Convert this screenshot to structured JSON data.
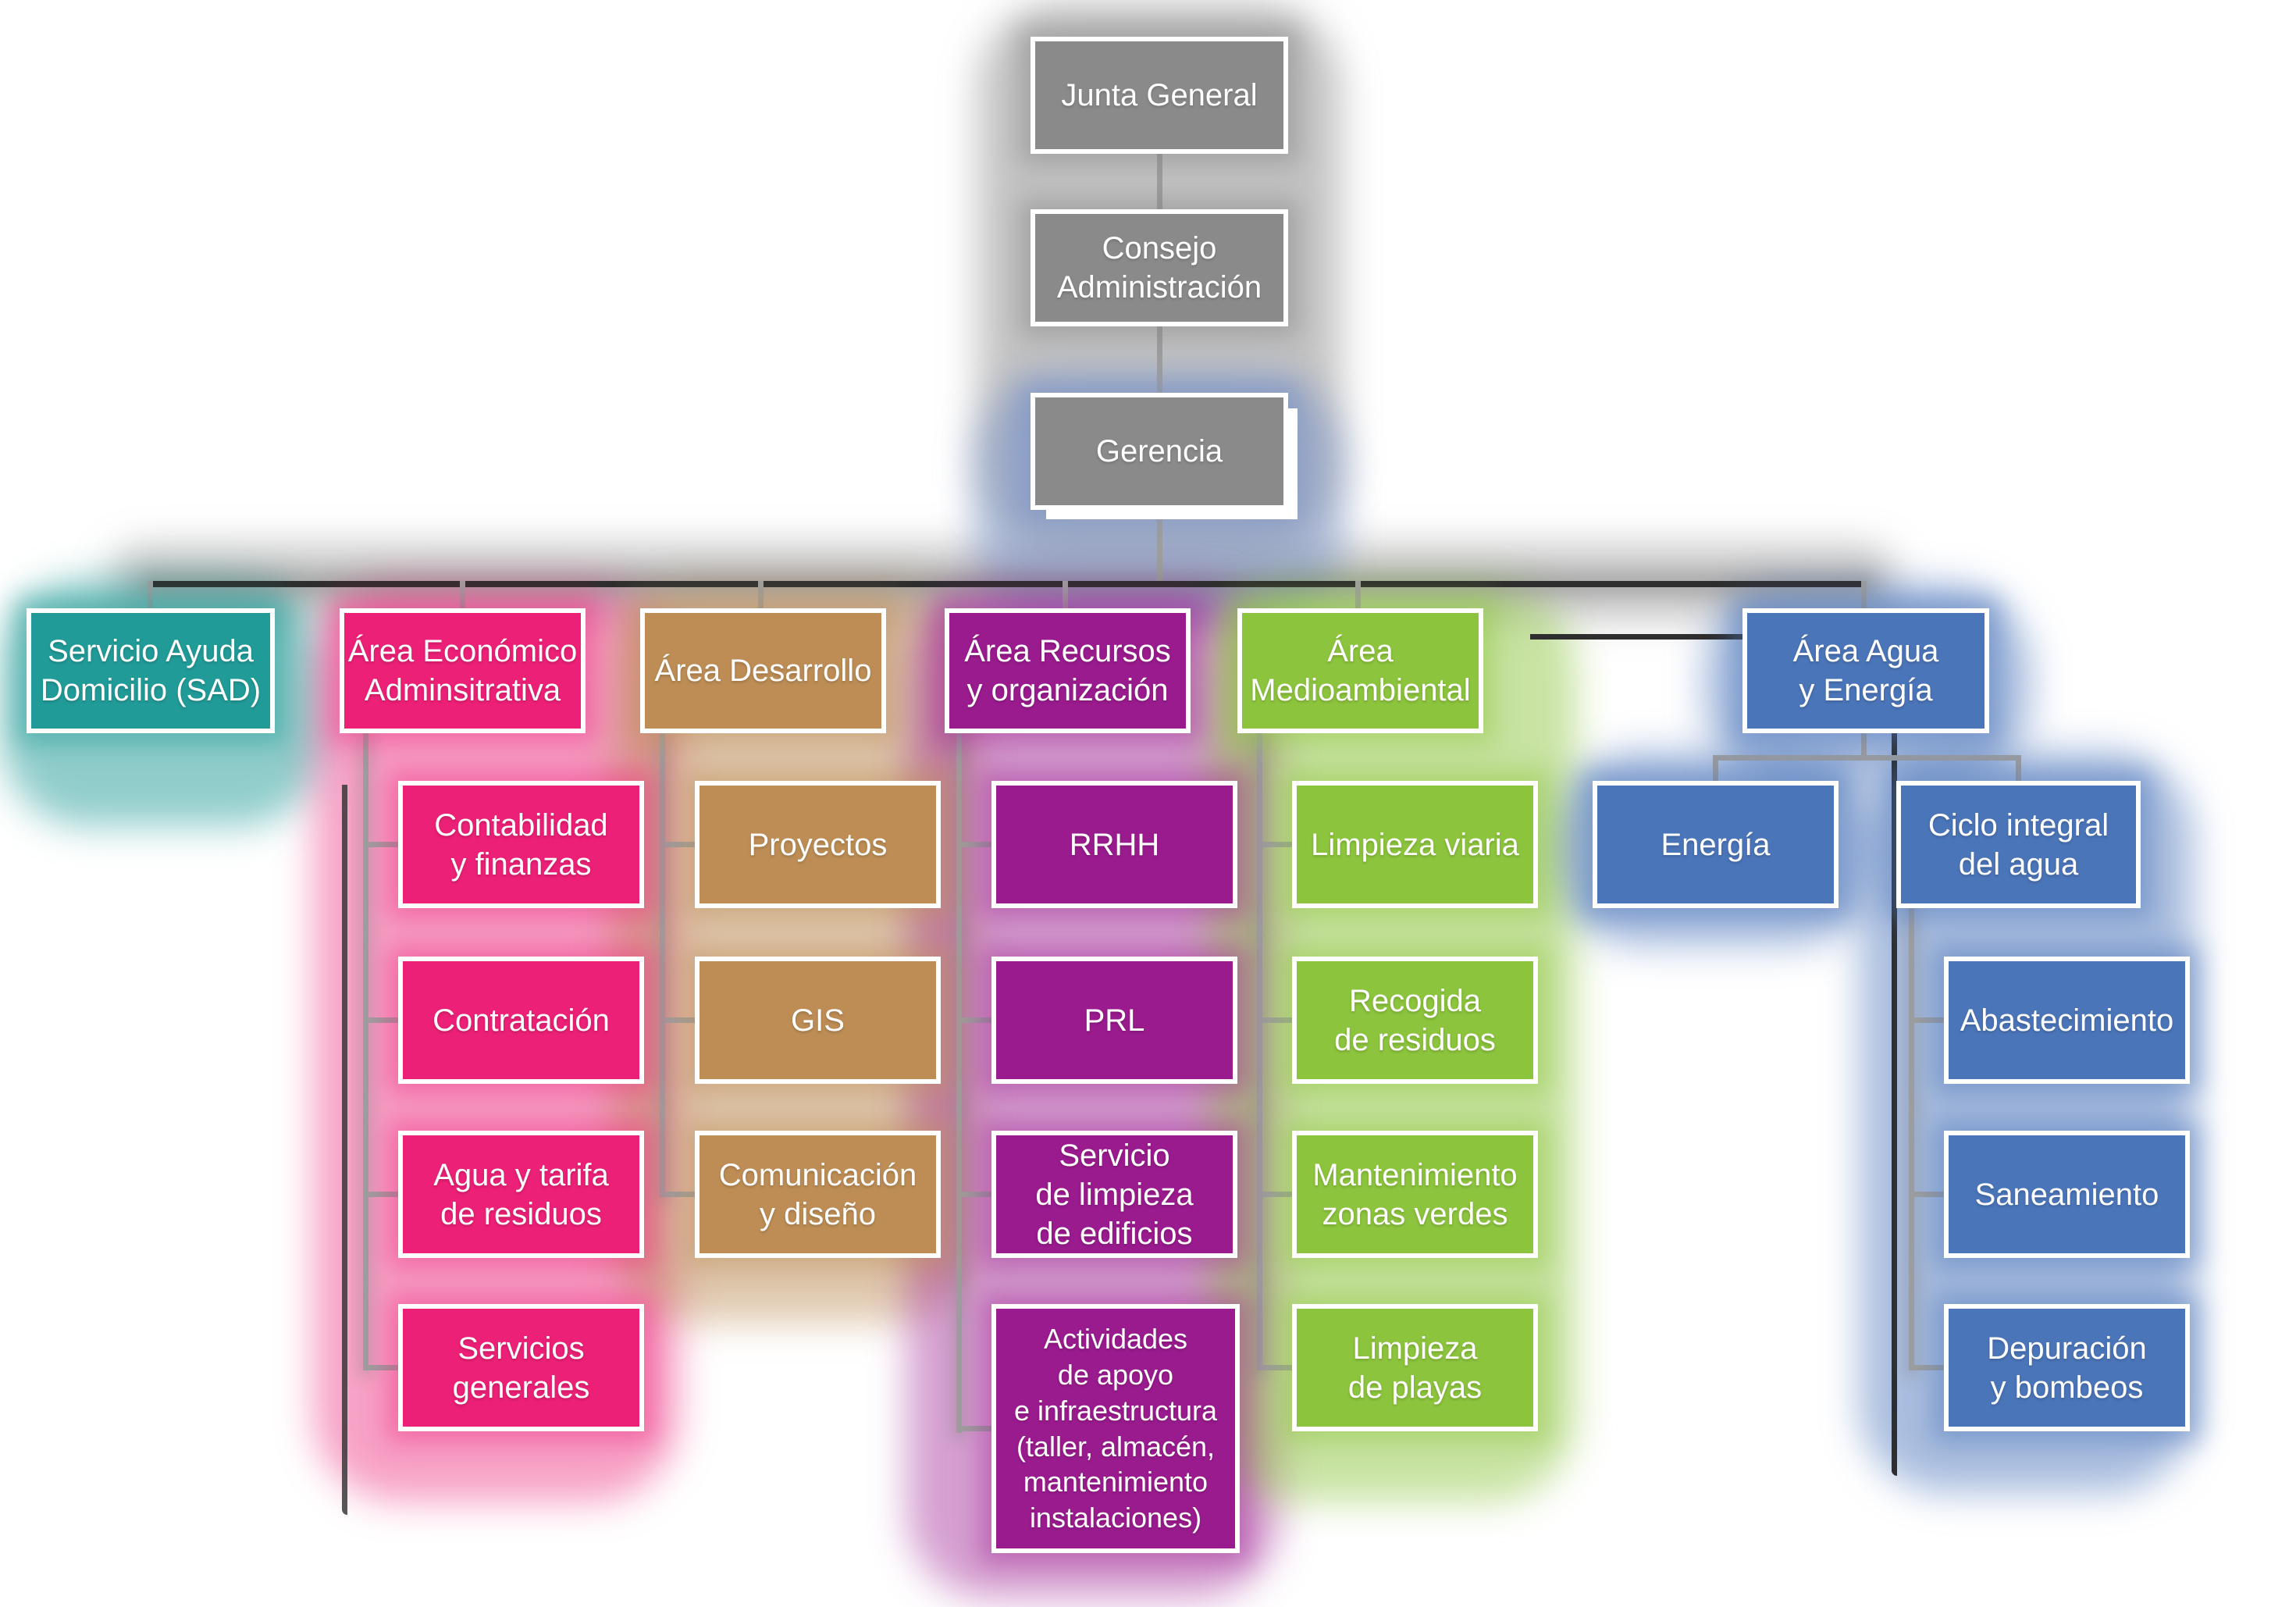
{
  "palette": {
    "gray": "#8a8a8a",
    "teal": "#219b98",
    "pink": "#ec2076",
    "tan": "#bd8d55",
    "purple": "#9a1b8e",
    "green": "#8cc43d",
    "blue": "#4b75b9",
    "connector": "#9e9e9e",
    "trunk": "#2e2e2e",
    "gray_glow": "rgba(125,125,125,0.45)",
    "slate_glow": "rgba(118,144,200,0.50)",
    "teal_glow": "rgba(33,155,152,0.50)",
    "pink_glow": "rgba(236,32,118,0.42)",
    "tan_glow": "rgba(189,141,85,0.48)",
    "purple_glow": "rgba(154,27,142,0.42)",
    "green_glow": "rgba(140,196,61,0.48)",
    "blue_glow": "rgba(75,117,185,0.48)"
  },
  "nodes": {
    "junta": {
      "label": "Junta General"
    },
    "consejo": {
      "label": "Consejo\nAdministración"
    },
    "gerencia": {
      "label": "Gerencia"
    },
    "sad": {
      "label": "Servicio Ayuda\nDomicilio (SAD)"
    },
    "economico": {
      "label": "Área Económico\nAdminsitrativa"
    },
    "desarrollo": {
      "label": "Área Desarrollo"
    },
    "recursos": {
      "label": "Área Recursos\ny organización"
    },
    "medioambiental": {
      "label": "Área\nMedioambiental"
    },
    "agua_energia": {
      "label": "Área Agua\ny Energía"
    },
    "contabilidad": {
      "label": "Contabilidad\ny finanzas"
    },
    "contratacion": {
      "label": "Contratación"
    },
    "agua_tarifa": {
      "label": "Agua y tarifa\nde residuos"
    },
    "servicios_generales": {
      "label": "Servicios\ngenerales"
    },
    "proyectos": {
      "label": "Proyectos"
    },
    "gis": {
      "label": "GIS"
    },
    "comunicacion": {
      "label": "Comunicación\ny diseño"
    },
    "rrhh": {
      "label": "RRHH"
    },
    "prl": {
      "label": "PRL"
    },
    "limpieza_edificios": {
      "label": "Servicio\nde limpieza\nde edificios"
    },
    "actividades": {
      "label": "Actividades\nde apoyo\ne infraestructura\n(taller, almacén,\nmantenimiento\ninstalaciones)"
    },
    "limpieza_viaria": {
      "label": "Limpieza viaria"
    },
    "recogida": {
      "label": "Recogida\nde residuos"
    },
    "zonas_verdes": {
      "label": "Mantenimiento\nzonas verdes"
    },
    "limpieza_playas": {
      "label": "Limpieza\nde playas"
    },
    "energia": {
      "label": "Energía"
    },
    "ciclo": {
      "label": "Ciclo integral\ndel agua"
    },
    "abastecimiento": {
      "label": "Abastecimiento"
    },
    "saneamiento": {
      "label": "Saneamiento"
    },
    "depuracion": {
      "label": "Depuración\ny bombeos"
    }
  },
  "structure": {
    "chain": [
      "junta",
      "consejo",
      "gerencia"
    ],
    "level2": [
      "sad",
      "economico",
      "desarrollo",
      "recursos",
      "medioambiental",
      "agua_energia"
    ],
    "children": {
      "economico": [
        "contabilidad",
        "contratacion",
        "agua_tarifa",
        "servicios_generales"
      ],
      "desarrollo": [
        "proyectos",
        "gis",
        "comunicacion"
      ],
      "recursos": [
        "rrhh",
        "prl",
        "limpieza_edificios",
        "actividades"
      ],
      "medioambiental": [
        "limpieza_viaria",
        "recogida",
        "zonas_verdes",
        "limpieza_playas"
      ],
      "agua_energia": [
        "energia",
        "ciclo"
      ],
      "ciclo": [
        "abastecimiento",
        "saneamiento",
        "depuracion"
      ]
    }
  }
}
